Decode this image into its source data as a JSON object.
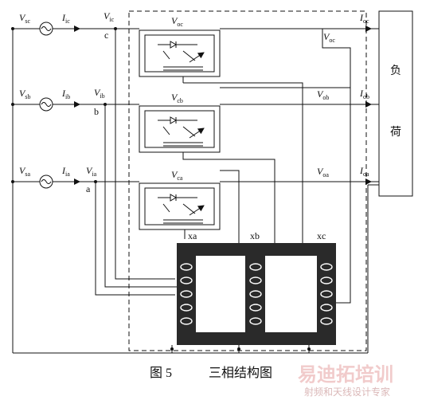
{
  "phases": [
    {
      "id": "c",
      "vs": "V",
      "vs_sub": "sc",
      "is": "I",
      "is_sub": "ic",
      "vi": "V",
      "vi_sub": "ic",
      "node": "c",
      "vcomp": "V",
      "vcomp_sub": "oc",
      "vo": "V",
      "vo_sub": "oc",
      "io": "I",
      "io_sub": "oc"
    },
    {
      "id": "b",
      "vs": "V",
      "vs_sub": "sb",
      "is": "I",
      "is_sub": "ib",
      "vi": "V",
      "vi_sub": "ib",
      "node": "b",
      "vcomp": "V",
      "vcomp_sub": "cb",
      "vo": "V",
      "vo_sub": "ob",
      "io": "I",
      "io_sub": "ob"
    },
    {
      "id": "a",
      "vs": "V",
      "vs_sub": "sa",
      "is": "I",
      "is_sub": "ia",
      "vi": "V",
      "vi_sub": "ia",
      "node": "a",
      "vcomp": "V",
      "vcomp_sub": "ca",
      "vo": "V",
      "vo_sub": "oa",
      "io": "I",
      "io_sub": "oa"
    }
  ],
  "transformer": {
    "labels": [
      "xa",
      "xb",
      "xc"
    ]
  },
  "load": {
    "char1": "负",
    "char2": "荷"
  },
  "caption": {
    "figure": "图 5",
    "title": "三相结构图"
  },
  "watermark": {
    "main": "易迪拓培训",
    "sub": "射频和天线设计专家"
  },
  "colors": {
    "line": "#111111",
    "core": "#2a2a2a",
    "core_inner": "#bdbdbd"
  }
}
